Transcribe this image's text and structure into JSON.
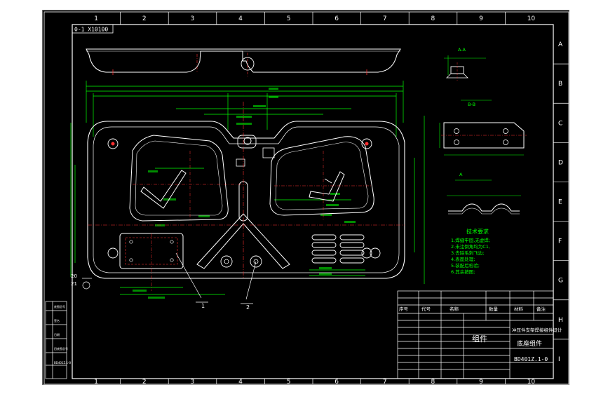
{
  "colors": {
    "paper": "#000000",
    "frame": "#ffffff",
    "outline": "#ffffff",
    "dimension": "#00ff00",
    "centerline": "#ff3030",
    "note_text": "#00ff00",
    "table_text": "#ffffff"
  },
  "border": {
    "col_numbers": [
      "1",
      "2",
      "3",
      "4",
      "5",
      "6",
      "7",
      "8",
      "9",
      "10"
    ],
    "row_letters": [
      "A",
      "B",
      "C",
      "D",
      "E",
      "F",
      "G",
      "H",
      "I"
    ]
  },
  "drawing": {
    "corner_code": "0-1 X10100",
    "callout_1": "1",
    "callout_2": "2",
    "callout_20": "20",
    "callout_21": "21",
    "section_a_label": "A-A",
    "section_b_label": "B-B",
    "detail_label": "A",
    "notes_title": "技术要求",
    "notes_lines": [
      "1.焊缝牢固,无虚焊;",
      "2.未注倒角均为C1,",
      "3.去除毛刺飞边;",
      "4.表面处理;",
      "5.装配后检验;",
      "6.其余按图;"
    ]
  },
  "title_block": {
    "bom_header": [
      "序号",
      "代号",
      "名称",
      "数量",
      "材料",
      "备注"
    ],
    "assembly_name": "组件",
    "product_name": "冲压件支架焊接组件设计",
    "part_name": "底座组件",
    "drawing_number": "BD401Z.1-0",
    "left_strip": [
      "底图总号",
      "签名",
      "日期",
      "旧底图总号",
      "BD401Z.1-0"
    ]
  }
}
